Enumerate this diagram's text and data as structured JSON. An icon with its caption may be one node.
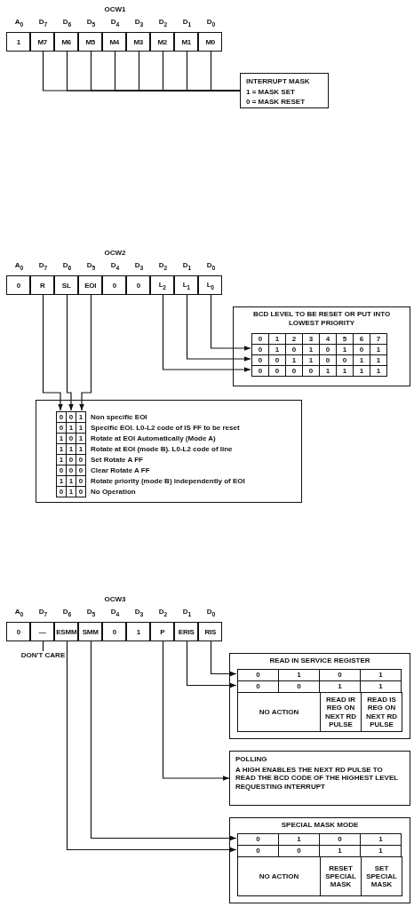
{
  "diagram": {
    "nodes": [
      {
        "text": [
          "1"
        ]
      },
      {
        "text": [
          "M7"
        ]
      },
      {
        "text": [
          "M6"
        ]
      },
      {
        "text": [
          "M5"
        ]
      },
      {
        "text": [
          "M4"
        ]
      },
      {
        "text": [
          "M3"
        ]
      },
      {
        "text": [
          "M2"
        ]
      },
      {
        "text": [
          "M1"
        ]
      },
      {
        "text": [
          "M0"
        ]
      },
      {
        "text": [
          "INTERRUPT MASK",
          "1 = MASK SET",
          "0 = MASK RESET"
        ]
      },
      {
        "text": [
          "0"
        ]
      },
      {
        "text": [
          "R"
        ]
      },
      {
        "text": [
          "SL"
        ]
      },
      {
        "text": [
          "EOI"
        ]
      },
      {
        "text": [
          "0"
        ]
      },
      {
        "text": [
          "0"
        ]
      },
      {
        "text": [
          "L$_{2}$"
        ]
      },
      {
        "text": [
          "L$_{1}$"
        ]
      },
      {
        "text": [
          "L$_{0}$"
        ]
      },
      {
        "text": [
          "BCD LEVEL TO BE RESET OR PUT INTO LOWEST PRIORITY"
        ]
      },
      {
        "text": [
          "0",
          "1",
          "2",
          "3",
          "4",
          "5",
          "6",
          "7"
        ],
        "in": 19
      },
      {
        "text": [
          "0",
          "1",
          "0",
          "1",
          "0",
          "1",
          "0",
          "1"
        ],
        "in": 19
      },
      {
        "text": [
          "0",
          "0",
          "1",
          "1",
          "0",
          "0",
          "1",
          "1"
        ],
        "in": 19
      },
      {
        "text": [
          "0",
          "0",
          "0",
          "0",
          "1",
          "1",
          "1",
          "1"
        ],
        "in": 19
      },
      {
        "text": [],
        "shape": "box"
      },
      {
        "text": [
          "0",
          "0",
          "1",
          "Non specific EOI"
        ],
        "in": 24
      },
      {
        "text": [
          "0",
          "1",
          "1",
          "Specific EOI. L0-L2 code of IS FF to be reset"
        ],
        "in": 24
      },
      {
        "text": [
          "1",
          "0",
          "1",
          "Rotate at EOI Automatically (Mode A)"
        ],
        "in": 24
      },
      {
        "text": [
          "1",
          "1",
          "1",
          "Rotate at EOI (mode B). L0-L2 code of line"
        ],
        "in": 24
      },
      {
        "text": [
          "1",
          "0",
          "0",
          "Set Rotate A FF"
        ],
        "in": 24
      },
      {
        "text": [
          "0",
          "0",
          "0",
          "Clear Rotate A FF"
        ],
        "in": 24
      },
      {
        "text": [
          "1",
          "1",
          "0",
          "Rotate priority (mode B) independently of EOI"
        ],
        "in": 24
      },
      {
        "text": [
          "0",
          "1",
          "0",
          "No Operation"
        ],
        "in": 24
      },
      {
        "text": [
          "0"
        ]
      },
      {
        "text": [
          "—"
        ]
      },
      {
        "text": [
          "ESMM"
        ]
      },
      {
        "text": [
          "SMM"
        ]
      },
      {
        "text": [
          "0"
        ]
      },
      {
        "text": [
          "1"
        ]
      },
      {
        "text": [
          "P"
        ]
      },
      {
        "text": [
          "ERIS"
        ]
      },
      {
        "text": [
          "RIS"
        ]
      },
      {
        "text": [
          "DON'T CARE"
        ]
      },
      {
        "text": [
          "READ IN SERVICE REGISTER"
        ]
      },
      {
        "text": [
          "0",
          "1",
          "0",
          "1"
        ],
        "in": 43
      },
      {
        "text": [
          "0",
          "0",
          "1",
          "1"
        ],
        "in": 43
      },
      {
        "text": [
          "NO ACTION",
          "READ IR REG ON NEXT RD PULSE",
          "READ IS REG ON NEXT RD PULSE"
        ],
        "in": 43
      },
      {
        "text": [
          "POLLING",
          "A HIGH ENABLES THE NEXT RD PULSE TO READ THE BCD CODE OF THE HIGHEST LEVEL REQUESTING INTERRUPT"
        ]
      },
      {
        "text": [
          "SPECIAL MASK MODE"
        ]
      },
      {
        "text": [
          "0",
          "1",
          "0",
          "1"
        ],
        "in": 48
      },
      {
        "text": [
          "0",
          "0",
          "1",
          "1"
        ],
        "in": 48
      },
      {
        "text": [
          "NO ACTION",
          "RESET SPECIAL MASK",
          "SET SPECIAL MASK"
        ],
        "in": 48
      }
    ],
    "edges": [
      {
        "from": 1,
        "to": 9,
        "arrow": "none"
      },
      {
        "from": 2,
        "to": 9,
        "arrow": "none"
      },
      {
        "from": 3,
        "to": 9,
        "arrow": "none"
      },
      {
        "from": 4,
        "to": 9,
        "arrow": "none"
      },
      {
        "from": 5,
        "to": 9,
        "arrow": "none"
      },
      {
        "from": 6,
        "to": 9,
        "arrow": "none"
      },
      {
        "from": 7,
        "to": 9,
        "arrow": "none"
      },
      {
        "from": 8,
        "to": 9,
        "arrow": "none"
      },
      {
        "from": 18,
        "to": 21,
        "arrow": "to"
      },
      {
        "from": 17,
        "to": 22,
        "arrow": "to"
      },
      {
        "from": 16,
        "to": 23,
        "arrow": "to"
      },
      {
        "from": 11,
        "to": 25,
        "arrow": "to"
      },
      {
        "from": 12,
        "to": 25,
        "arrow": "to"
      },
      {
        "from": 13,
        "to": 25,
        "arrow": "to"
      },
      {
        "from": 34,
        "to": 42,
        "arrow": "none"
      },
      {
        "from": 41,
        "to": 44,
        "arrow": "to"
      },
      {
        "from": 40,
        "to": 45,
        "arrow": "to"
      },
      {
        "from": 39,
        "to": 47,
        "arrow": "to"
      },
      {
        "from": 36,
        "to": 49,
        "arrow": "to"
      },
      {
        "from": 35,
        "to": 50,
        "arrow": "to"
      }
    ],
    "labels": [
      "OCW1",
      "A$_{0}$",
      "D$_{7}$",
      "D$_{6}$",
      "D$_{5}$",
      "D$_{4}$",
      "D$_{3}$",
      "D$_{2}$",
      "D$_{1}$",
      "D$_{0}$",
      "OCW2",
      "A$_{0}$",
      "D$_{7}$",
      "D$_{6}$",
      "D$_{5}$",
      "D$_{4}$",
      "D$_{3}$",
      "D$_{2}$",
      "D$_{1}$",
      "D$_{0}$",
      "OCW3",
      "A$_{0}$",
      "D$_{7}$",
      "D$_{6}$",
      "D$_{5}$",
      "D$_{4}$",
      "D$_{3}$",
      "D$_{2}$",
      "D$_{1}$",
      "D$_{0}$"
    ]
  }
}
